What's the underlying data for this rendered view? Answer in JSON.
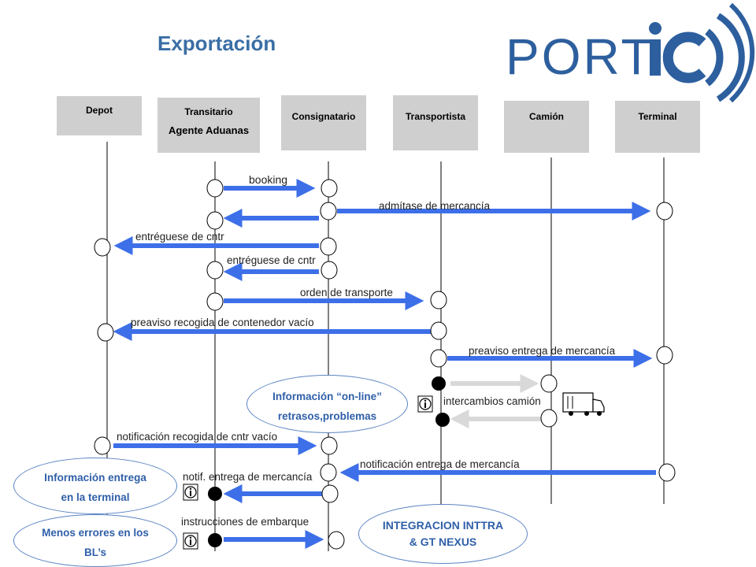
{
  "title": "Exportación",
  "logo_text": "PORTIC",
  "lanes": [
    {
      "id": "depot",
      "lines": [
        "Depot"
      ]
    },
    {
      "id": "transitario",
      "lines": [
        "Transitario",
        "Agente Aduanas"
      ]
    },
    {
      "id": "consignatario",
      "lines": [
        "Consignatario"
      ]
    },
    {
      "id": "transportista",
      "lines": [
        "Transportista"
      ]
    },
    {
      "id": "camion",
      "lines": [
        "Camión"
      ]
    },
    {
      "id": "terminal",
      "lines": [
        "Terminal"
      ]
    }
  ],
  "messages": [
    {
      "label": "booking"
    },
    {
      "label": "admítase de mercancía"
    },
    {
      "label": "entréguese de cntr"
    },
    {
      "label": "entréguese de cntr"
    },
    {
      "label": "orden de transporte"
    },
    {
      "label": "preaviso recogida de contenedor  vacío"
    },
    {
      "label": "preaviso entrega de mercancía"
    },
    {
      "label": "intercambios camión"
    },
    {
      "label": "notificación recogida de cntr vacío"
    },
    {
      "label": "notificación entrega de mercancía"
    },
    {
      "label": "notif. entrega de mercancía"
    },
    {
      "label": "instrucciones de embarque"
    }
  ],
  "callouts": {
    "online": [
      "Información  “on-line”",
      "retrasos,problemas"
    ],
    "entrega": [
      "Información  entrega",
      "en la terminal"
    ],
    "errores": [
      "Menos  errores  en  los",
      "BL’s"
    ],
    "inttra": [
      "INTEGRACION  INTTRA",
      "& GT NEXUS"
    ]
  },
  "colors": {
    "arrow": "#3d6fe8",
    "arrow_grey": "#d9d9d9",
    "title": "#3a6ea5",
    "lane_box": "#cfcfcf",
    "callout_border": "#5b84c4",
    "callout_text": "#2f5fa8",
    "logo": "#2d5f9e"
  },
  "icons": [
    "info-icon",
    "truck-icon"
  ]
}
